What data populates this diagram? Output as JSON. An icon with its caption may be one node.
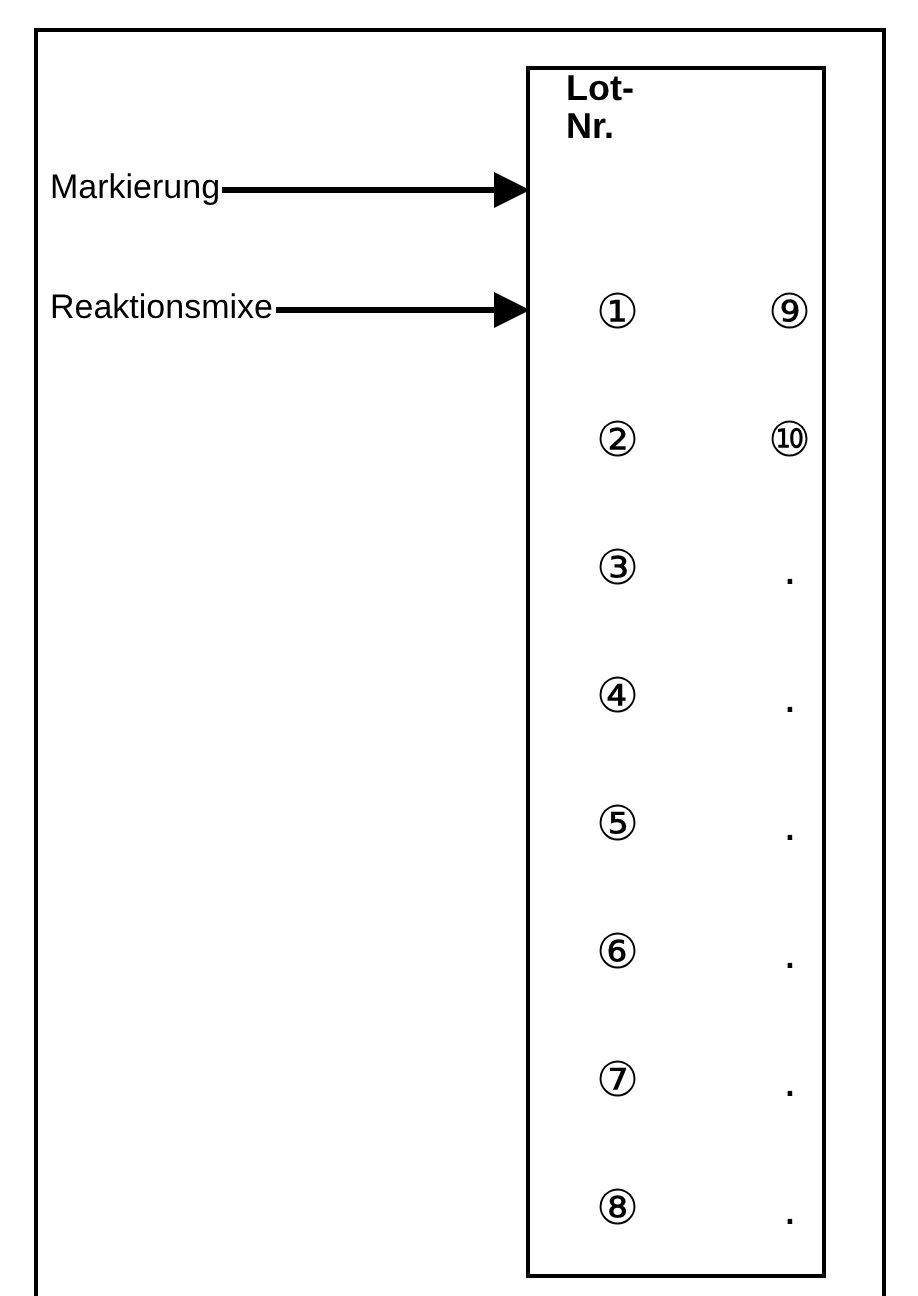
{
  "diagram": {
    "nodes": [
      {
        "text": [
          "Markierung"
        ]
      },
      {
        "text": [
          "Reaktionsmixe"
        ]
      },
      {
        "text": [
          "Lot-Nr."
        ]
      }
    ],
    "edges": [
      {
        "from": 0,
        "to": 2,
        "arrow": "to"
      },
      {
        "from": 1,
        "to": 2,
        "arrow": "to"
      }
    ],
    "labels": [
      "①",
      "⑨",
      "②",
      "⑩",
      "③",
      ".",
      "④",
      ".",
      "⑤",
      ".",
      "⑥",
      ".",
      "⑦",
      ".",
      "⑧",
      "."
    ]
  }
}
